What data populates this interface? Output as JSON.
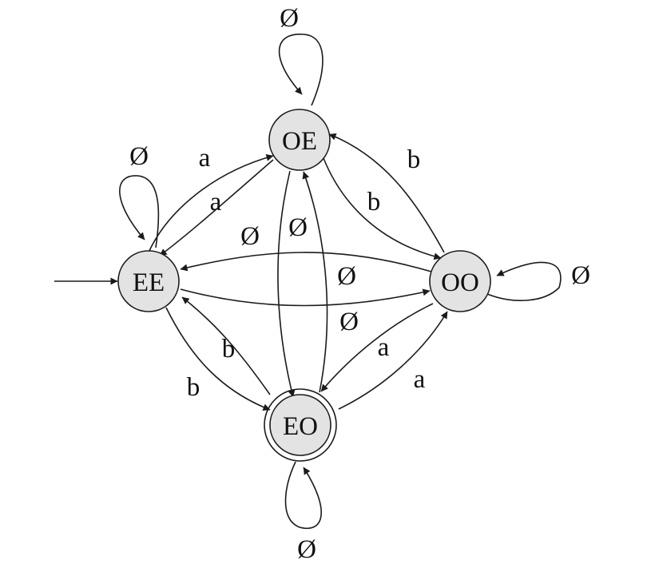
{
  "diagram": {
    "type": "state-machine",
    "start_state": "EE",
    "accepting_states": [
      "EO"
    ],
    "states": [
      {
        "id": "OE",
        "label": "OE"
      },
      {
        "id": "EE",
        "label": "EE"
      },
      {
        "id": "OO",
        "label": "OO"
      },
      {
        "id": "EO",
        "label": "EO"
      }
    ],
    "transitions": [
      {
        "from": "OE",
        "to": "OE",
        "label": "Ø"
      },
      {
        "from": "EE",
        "to": "EE",
        "label": "Ø"
      },
      {
        "from": "OO",
        "to": "OO",
        "label": "Ø"
      },
      {
        "from": "EO",
        "to": "EO",
        "label": "Ø"
      },
      {
        "from": "EE",
        "to": "OE",
        "label": "a"
      },
      {
        "from": "OE",
        "to": "EE",
        "label": "a"
      },
      {
        "from": "OE",
        "to": "OO",
        "label": "b"
      },
      {
        "from": "OO",
        "to": "OE",
        "label": "b"
      },
      {
        "from": "OO",
        "to": "EE",
        "label": "Ø"
      },
      {
        "from": "EE",
        "to": "OO",
        "label": "Ø"
      },
      {
        "from": "OE",
        "to": "EO",
        "label": "Ø"
      },
      {
        "from": "EO",
        "to": "OE",
        "label": "Ø"
      },
      {
        "from": "EE",
        "to": "EO",
        "label": "b"
      },
      {
        "from": "EO",
        "to": "EE",
        "label": "b"
      },
      {
        "from": "OO",
        "to": "EO",
        "label": "a"
      },
      {
        "from": "EO",
        "to": "OO",
        "label": "a"
      }
    ]
  }
}
